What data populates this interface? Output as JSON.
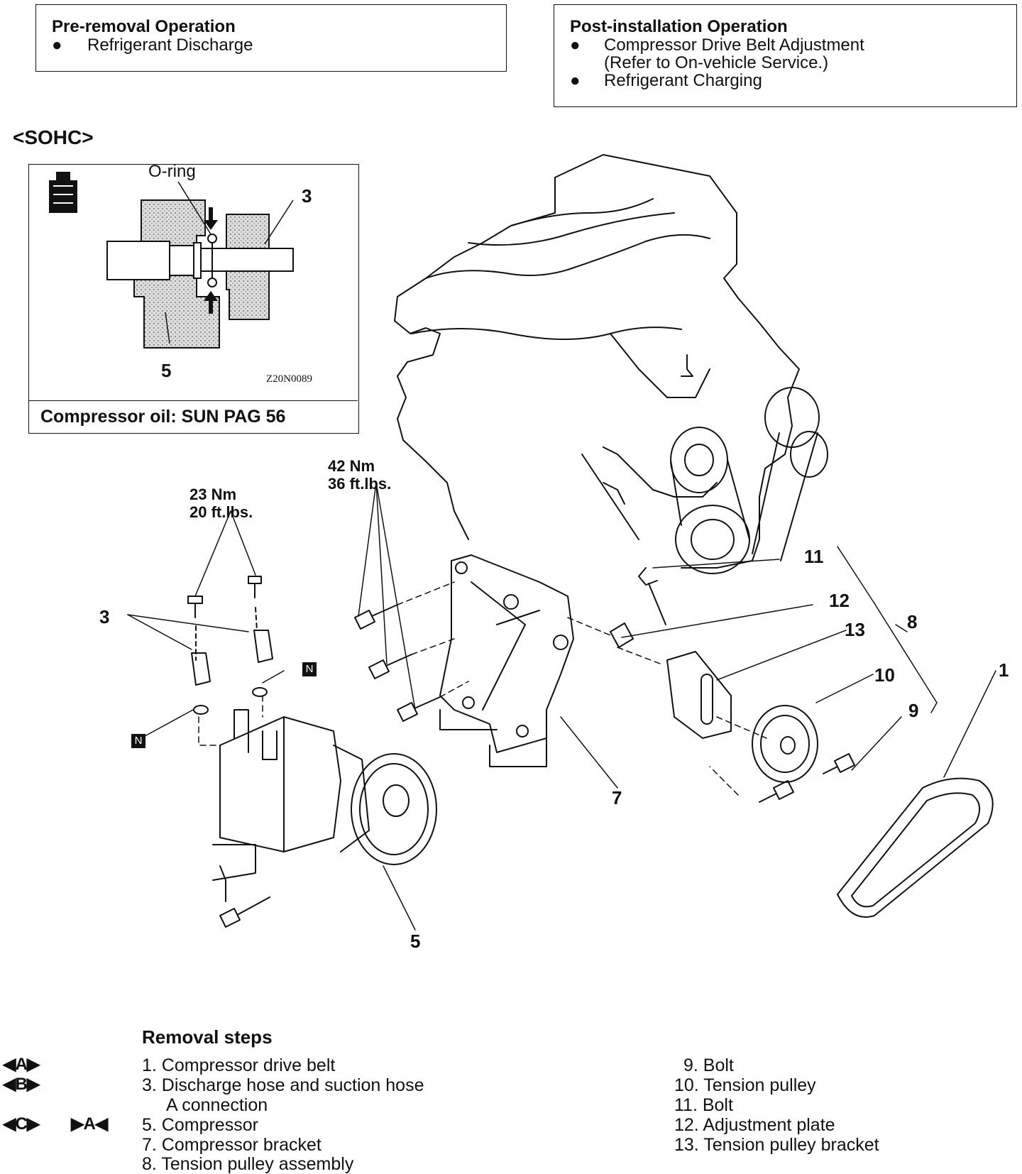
{
  "pre_removal": {
    "title": "Pre-removal Operation",
    "items": [
      "Refrigerant Discharge"
    ]
  },
  "post_installation": {
    "title": "Post-installation Operation",
    "items": [
      "Compressor Drive Belt Adjustment",
      "(Refer to On-vehicle Service.)",
      "Refrigerant Charging"
    ]
  },
  "engine_label": "<SOHC>",
  "inset": {
    "oring_label": "O-ring",
    "part_3": "3",
    "part_5": "5",
    "figure_code": "Z20N0089",
    "caption": "Compressor oil: SUN PAG 56"
  },
  "torque": {
    "a_nm": "23 Nm",
    "a_ftlbs": "20 ft.lbs.",
    "b_nm": "42 Nm",
    "b_ftlbs": "36 ft.lbs."
  },
  "callouts": {
    "c1": "1",
    "c3": "3",
    "c5": "5",
    "c7": "7",
    "c8": "8",
    "c9": "9",
    "c10": "10",
    "c11": "11",
    "c12": "12",
    "c13": "13",
    "n_mark": "N"
  },
  "removal": {
    "title": "Removal steps",
    "left": [
      "1. Compressor drive belt",
      "3. Discharge hose and suction hose",
      "A connection",
      "5. Compressor",
      "7. Compressor bracket",
      "8. Tension pulley assembly"
    ],
    "right": [
      "9. Bolt",
      "10. Tension pulley",
      "11. Bolt",
      "12. Adjustment plate",
      "13. Tension pulley bracket"
    ],
    "markers": [
      "◀A▶",
      "◀B▶",
      "◀C▶",
      "▶A◀"
    ]
  }
}
